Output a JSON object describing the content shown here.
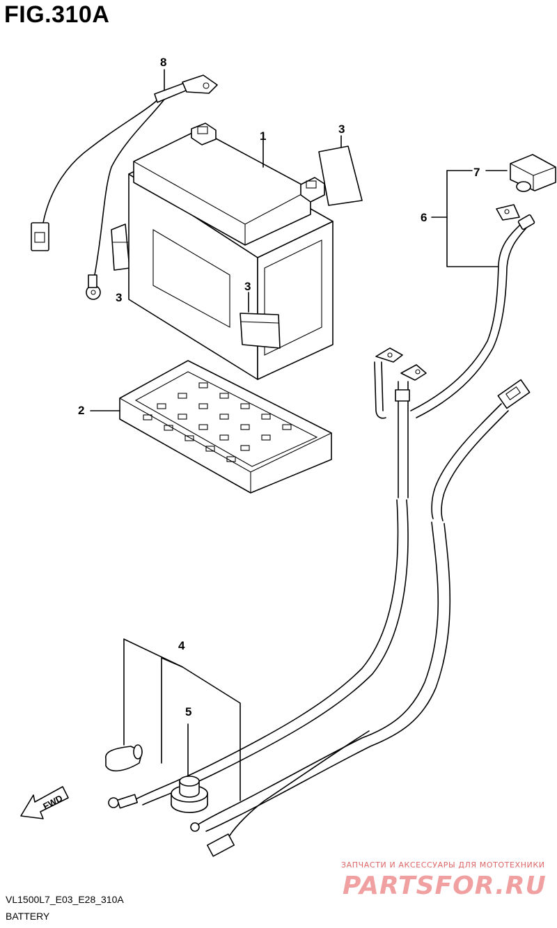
{
  "figure_title": "FIG.310A",
  "callouts": {
    "c1": "1",
    "c2": "2",
    "c3a": "3",
    "c3b": "3",
    "c3c": "3",
    "c4": "4",
    "c5": "5",
    "c6": "6",
    "c7": "7",
    "c8": "8"
  },
  "fwd_label": "FWD",
  "footer": {
    "model_code": "VL1500L7_E03_E28_310A",
    "section": "BATTERY"
  },
  "watermark": {
    "tagline": "ЗАПЧАСТИ И АКСЕССУАРЫ ДЛЯ МОТОТЕХНИКИ",
    "logo": "PARTSFOR.RU"
  }
}
